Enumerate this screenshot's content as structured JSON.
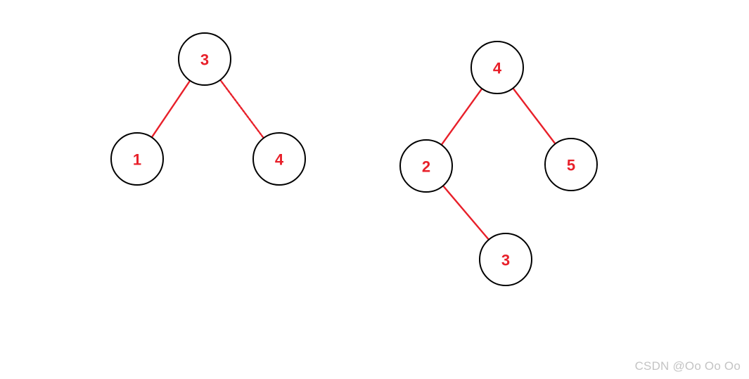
{
  "colors": {
    "edge": "#e8202a",
    "label": "#e8202a",
    "outline": "#000000",
    "watermark": "#c4c4c4"
  },
  "watermark": "CSDN @Oo Oo Oo",
  "trees": [
    {
      "id": "left-tree",
      "nodes": [
        {
          "id": "L3",
          "label": "3"
        },
        {
          "id": "L1",
          "label": "1"
        },
        {
          "id": "L4",
          "label": "4"
        }
      ],
      "edges": [
        {
          "from": "L3",
          "to": "L1",
          "style": "solid"
        },
        {
          "from": "L3",
          "to": "L4",
          "style": "dashed"
        }
      ]
    },
    {
      "id": "right-tree",
      "nodes": [
        {
          "id": "R4",
          "label": "4"
        },
        {
          "id": "R2",
          "label": "2"
        },
        {
          "id": "R5",
          "label": "5"
        },
        {
          "id": "R3",
          "label": "3"
        }
      ],
      "edges": [
        {
          "from": "R4",
          "to": "R2",
          "style": "solid"
        },
        {
          "from": "R4",
          "to": "R5",
          "style": "solid"
        },
        {
          "from": "R2",
          "to": "R3",
          "style": "solid"
        }
      ]
    }
  ]
}
